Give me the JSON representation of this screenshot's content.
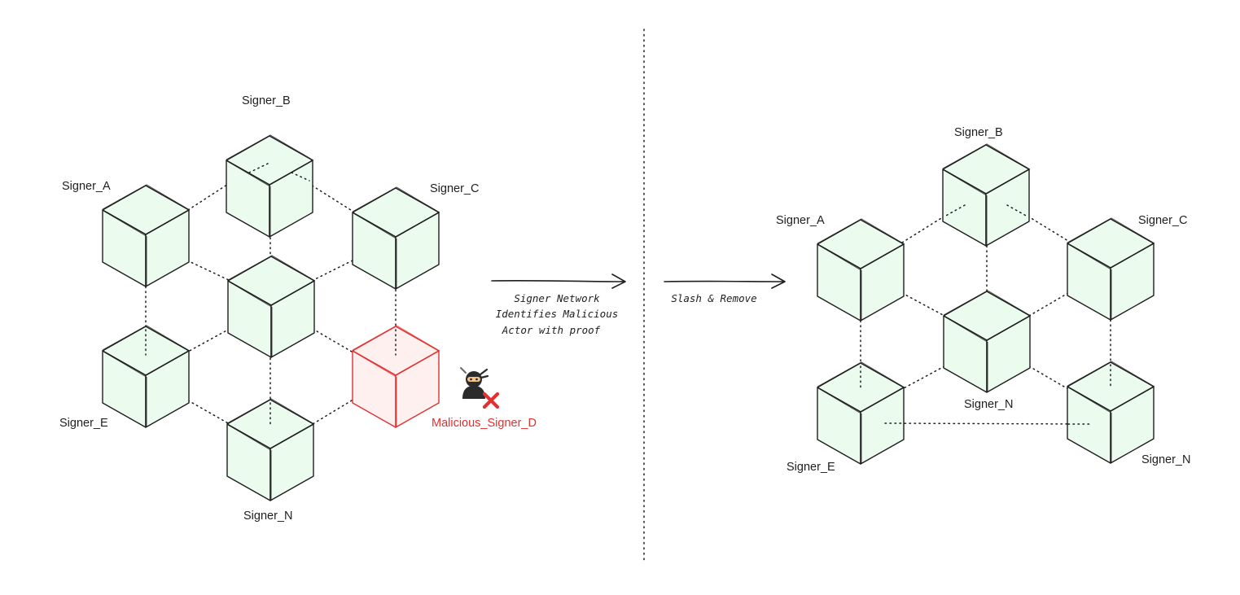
{
  "colors": {
    "cube_fill": "#ebfbee",
    "malicious_fill": "#fff0f0",
    "malicious_stroke": "#e03131",
    "ink": "#1e1e1e"
  },
  "before": {
    "nodes": {
      "a": "Signer_A",
      "b": "Signer_B",
      "c": "Signer_C",
      "d": "Malicious_Signer_D",
      "e": "Signer_E",
      "n": "Signer_N"
    },
    "malicious_icons": [
      "ninja-icon",
      "red-x-icon"
    ]
  },
  "transition_1": {
    "lines": [
      "Signer Network",
      "Identifies Malicious",
      "Actor with proof"
    ]
  },
  "transition_2": {
    "label": "Slash & Remove"
  },
  "after": {
    "nodes": {
      "a": "Signer_A",
      "b": "Signer_B",
      "c": "Signer_C",
      "center": "Signer_N",
      "e": "Signer_E",
      "n": "Signer_N"
    }
  }
}
